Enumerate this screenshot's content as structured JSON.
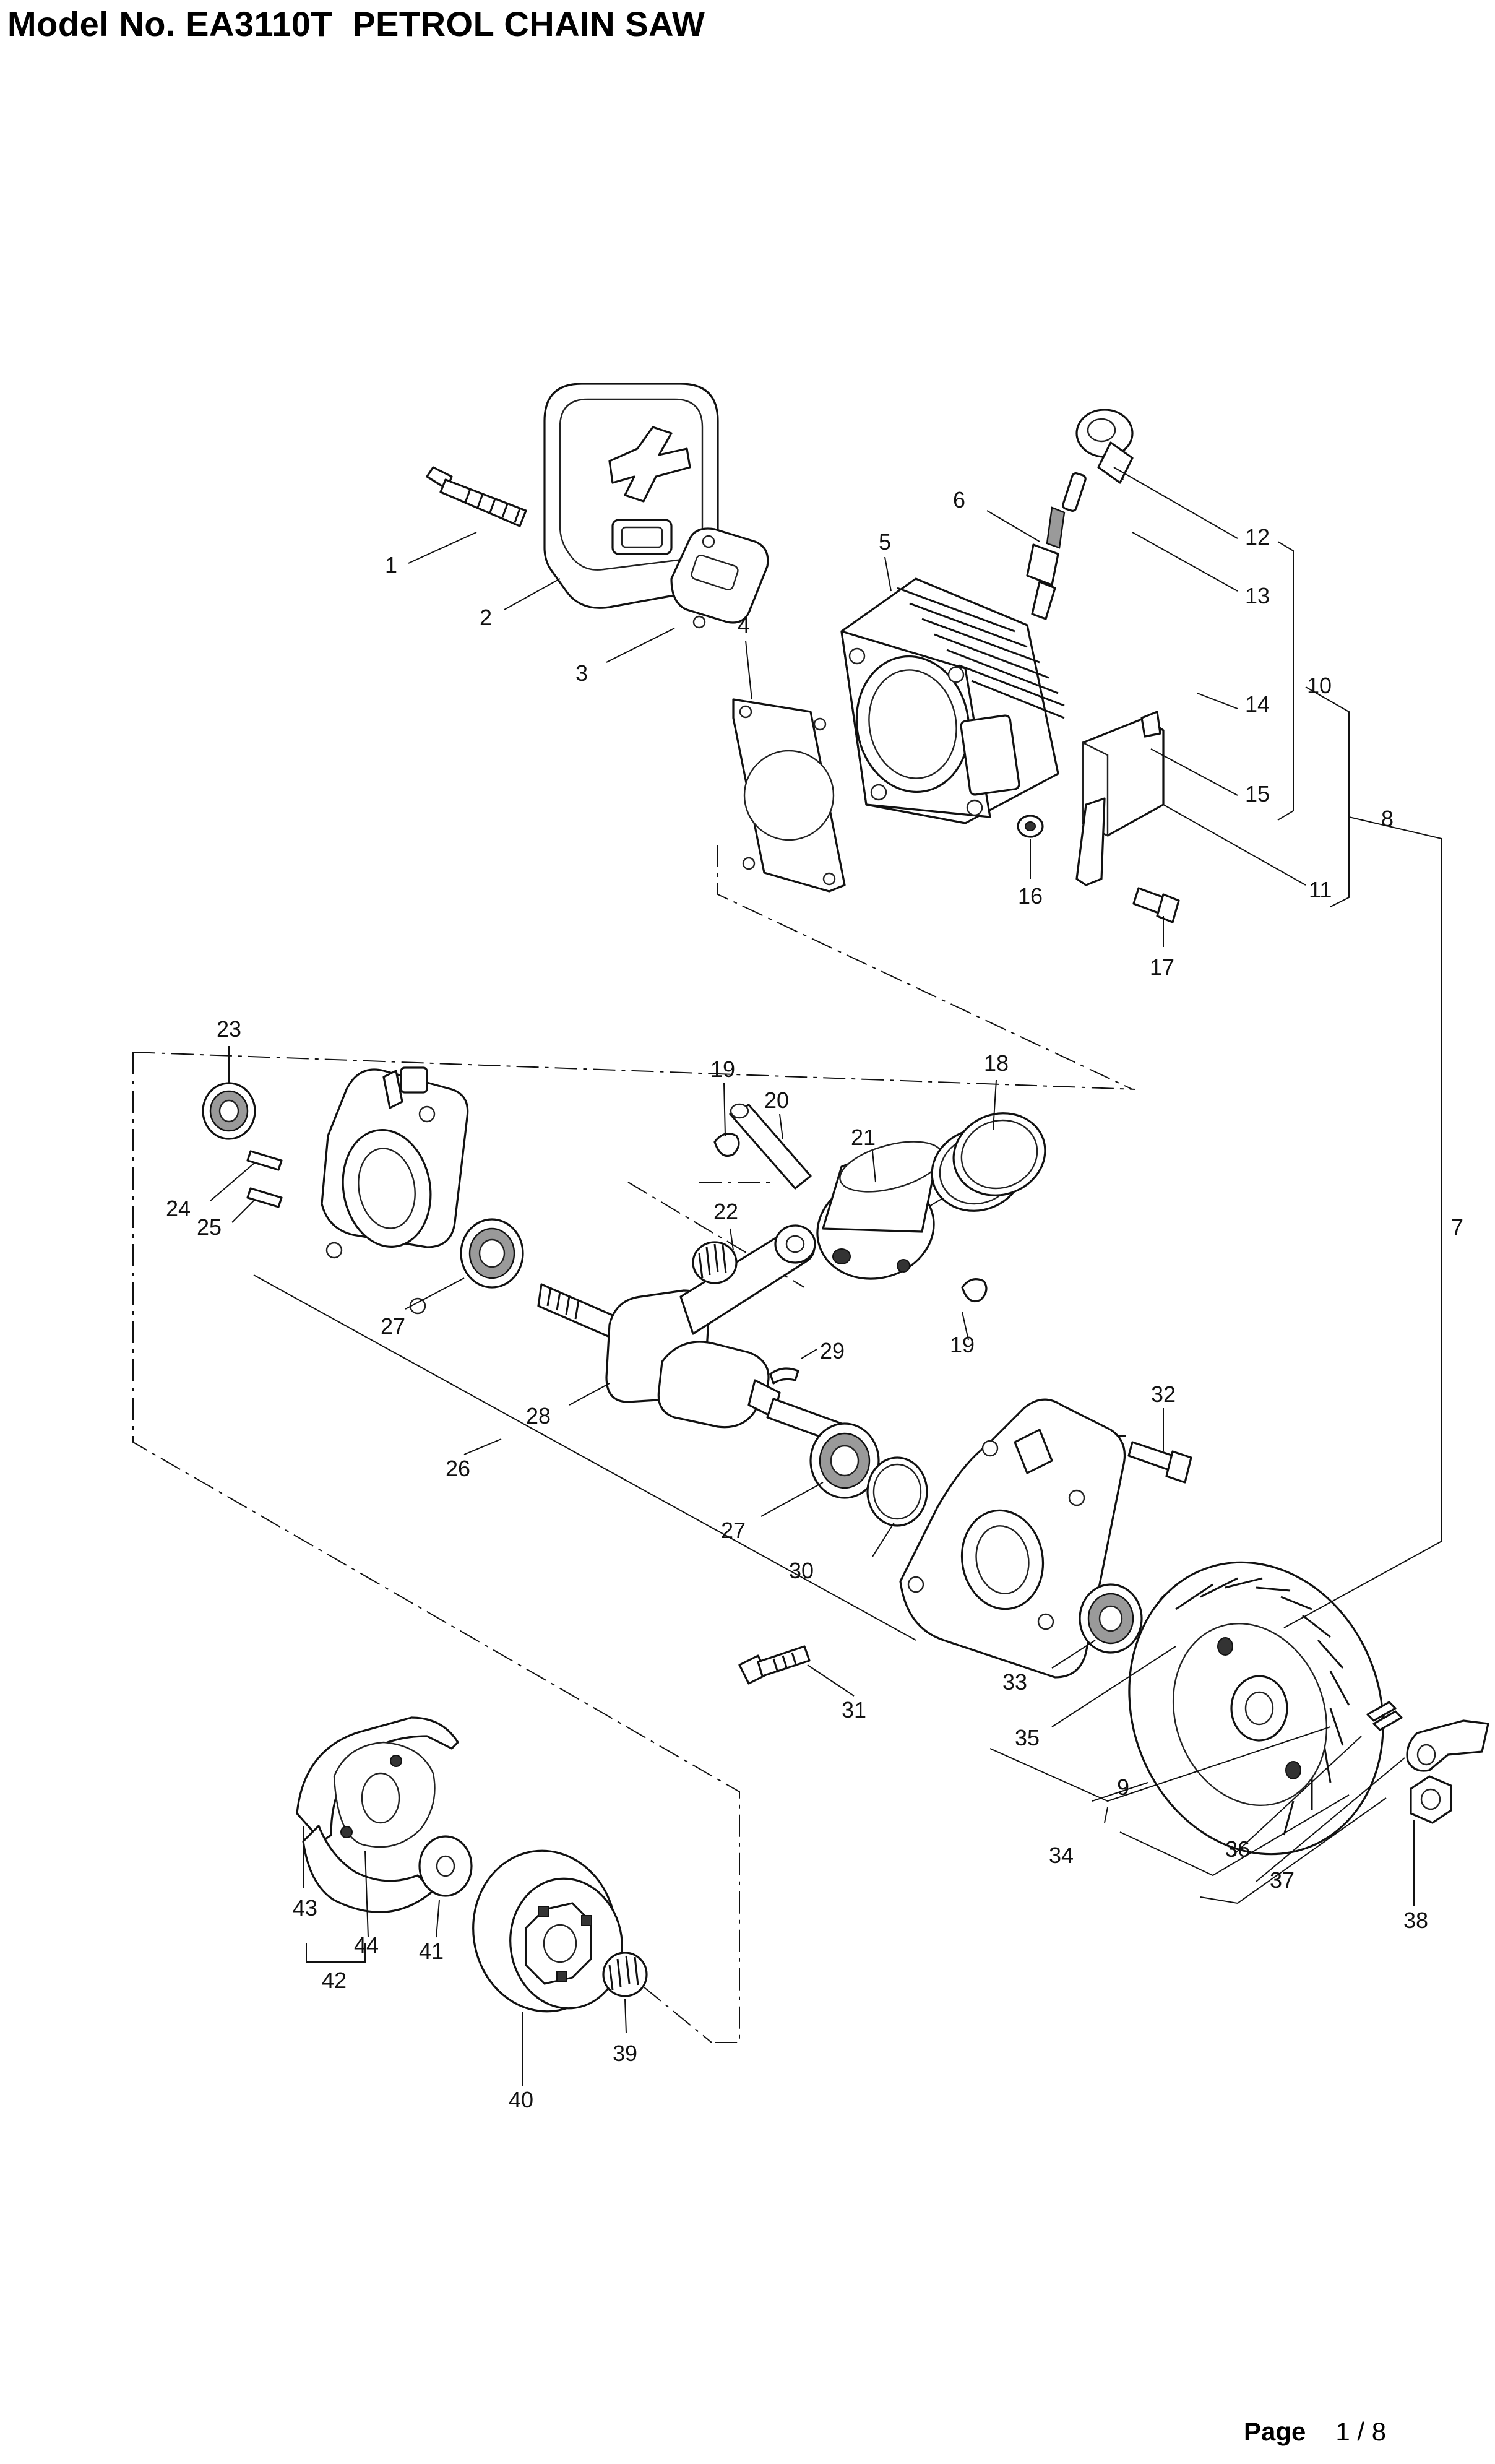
{
  "title": "Model No. EA3110T  PETROL CHAIN SAW",
  "footer": {
    "page_label": "Page",
    "page_value": "1 / 8"
  },
  "callouts": {
    "c1": "1",
    "c2": "2",
    "c3": "3",
    "c4": "4",
    "c5": "5",
    "c6": "6",
    "c7": "7",
    "c8": "8",
    "c9": "9",
    "c10": "10",
    "c11": "11",
    "c12": "12",
    "c13": "13",
    "c14": "14",
    "c15": "15",
    "c16": "16",
    "c17": "17",
    "c18": "18",
    "c19a": "19",
    "c19b": "19",
    "c20": "20",
    "c21": "21",
    "c22": "22",
    "c23": "23",
    "c24": "24",
    "c25": "25",
    "c26": "26",
    "c27a": "27",
    "c27b": "27",
    "c28": "28",
    "c29": "29",
    "c30": "30",
    "c31": "31",
    "c32": "32",
    "c33": "33",
    "c34": "34",
    "c35": "35",
    "c36": "36",
    "c37": "37",
    "c38": "38",
    "c39": "39",
    "c40": "40",
    "c41": "41",
    "c42": "42",
    "c43": "43",
    "c44": "44"
  }
}
